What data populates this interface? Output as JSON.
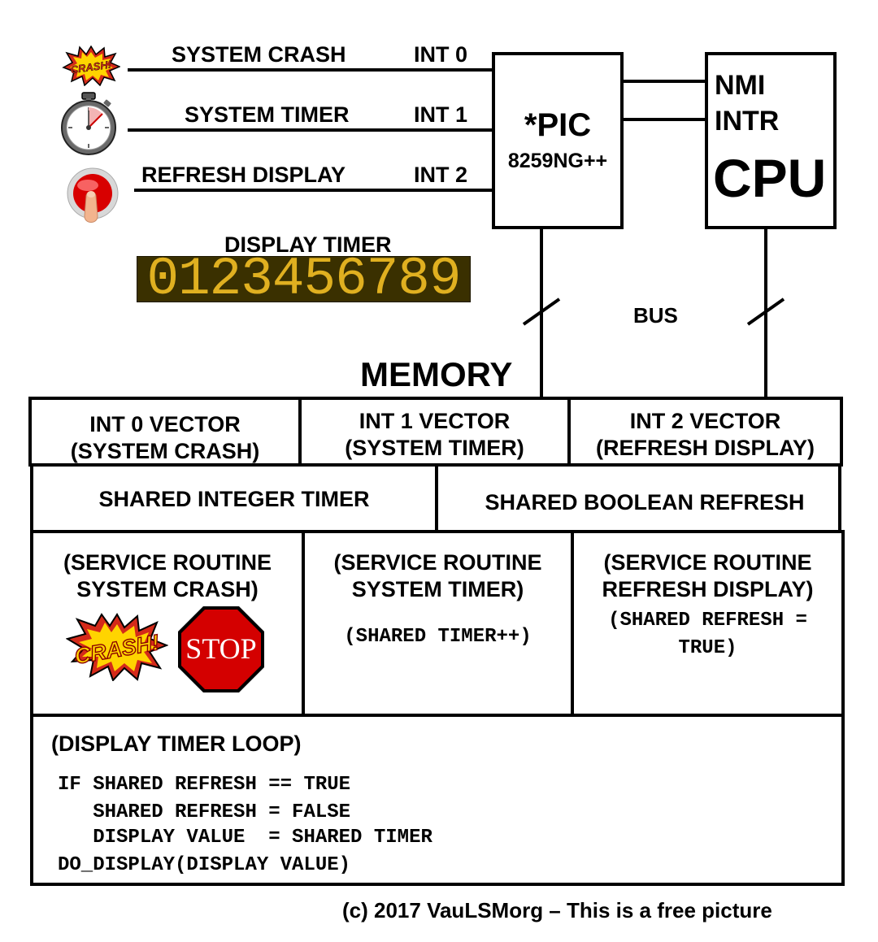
{
  "interrupts": [
    {
      "label": "SYSTEM CRASH",
      "int": "INT 0",
      "icon": "crash-burst-icon",
      "icon_text": "CRASH!"
    },
    {
      "label": "SYSTEM TIMER",
      "int": "INT 1",
      "icon": "stopwatch-icon"
    },
    {
      "label": "REFRESH DISPLAY",
      "int": "INT 2",
      "icon": "red-push-button-icon"
    }
  ],
  "pic": {
    "title": "*PIC",
    "model": "8259NG++"
  },
  "cpu": {
    "nmi": "NMI",
    "intr": "INTR",
    "title": "CPU"
  },
  "display_timer": {
    "label": "DISPLAY TIMER",
    "digits": "0123456789",
    "led_color": "#e0b020",
    "panel_color": "#3a3000"
  },
  "bus": {
    "label": "BUS"
  },
  "memory": {
    "title": "MEMORY",
    "vectors": [
      {
        "line1": "INT 0 VECTOR",
        "line2": "(SYSTEM CRASH)"
      },
      {
        "line1": "INT 1 VECTOR",
        "line2": "(SYSTEM TIMER)"
      },
      {
        "line1": "INT 2 VECTOR",
        "line2": "(REFRESH DISPLAY)"
      }
    ],
    "shared": {
      "integer": "SHARED INTEGER TIMER",
      "boolean": "SHARED BOOLEAN REFRESH"
    },
    "routines": [
      {
        "line1": "(SERVICE ROUTINE",
        "line2": "SYSTEM CRASH)",
        "crash_text": "CRASH!",
        "stop_text": "STOP"
      },
      {
        "line1": "(SERVICE ROUTINE",
        "line2": "SYSTEM TIMER)",
        "code": "(SHARED TIMER++)"
      },
      {
        "line1": "(SERVICE ROUTINE",
        "line2": "REFRESH DISPLAY)",
        "code1": "(SHARED REFRESH =",
        "code2": "TRUE)"
      }
    ],
    "loop": {
      "title": "(DISPLAY TIMER LOOP)",
      "code": [
        "IF SHARED REFRESH == TRUE",
        "   SHARED REFRESH = FALSE",
        "   DISPLAY VALUE  = SHARED TIMER",
        "DO_DISPLAY(DISPLAY VALUE)"
      ]
    }
  },
  "footer": "(c) 2017 VauLSMorg – This is a free picture",
  "colors": {
    "stop_red": "#d40000",
    "crash_yellow": "#ffd400",
    "crash_red": "#d42a1a",
    "button_red": "#d80000"
  }
}
